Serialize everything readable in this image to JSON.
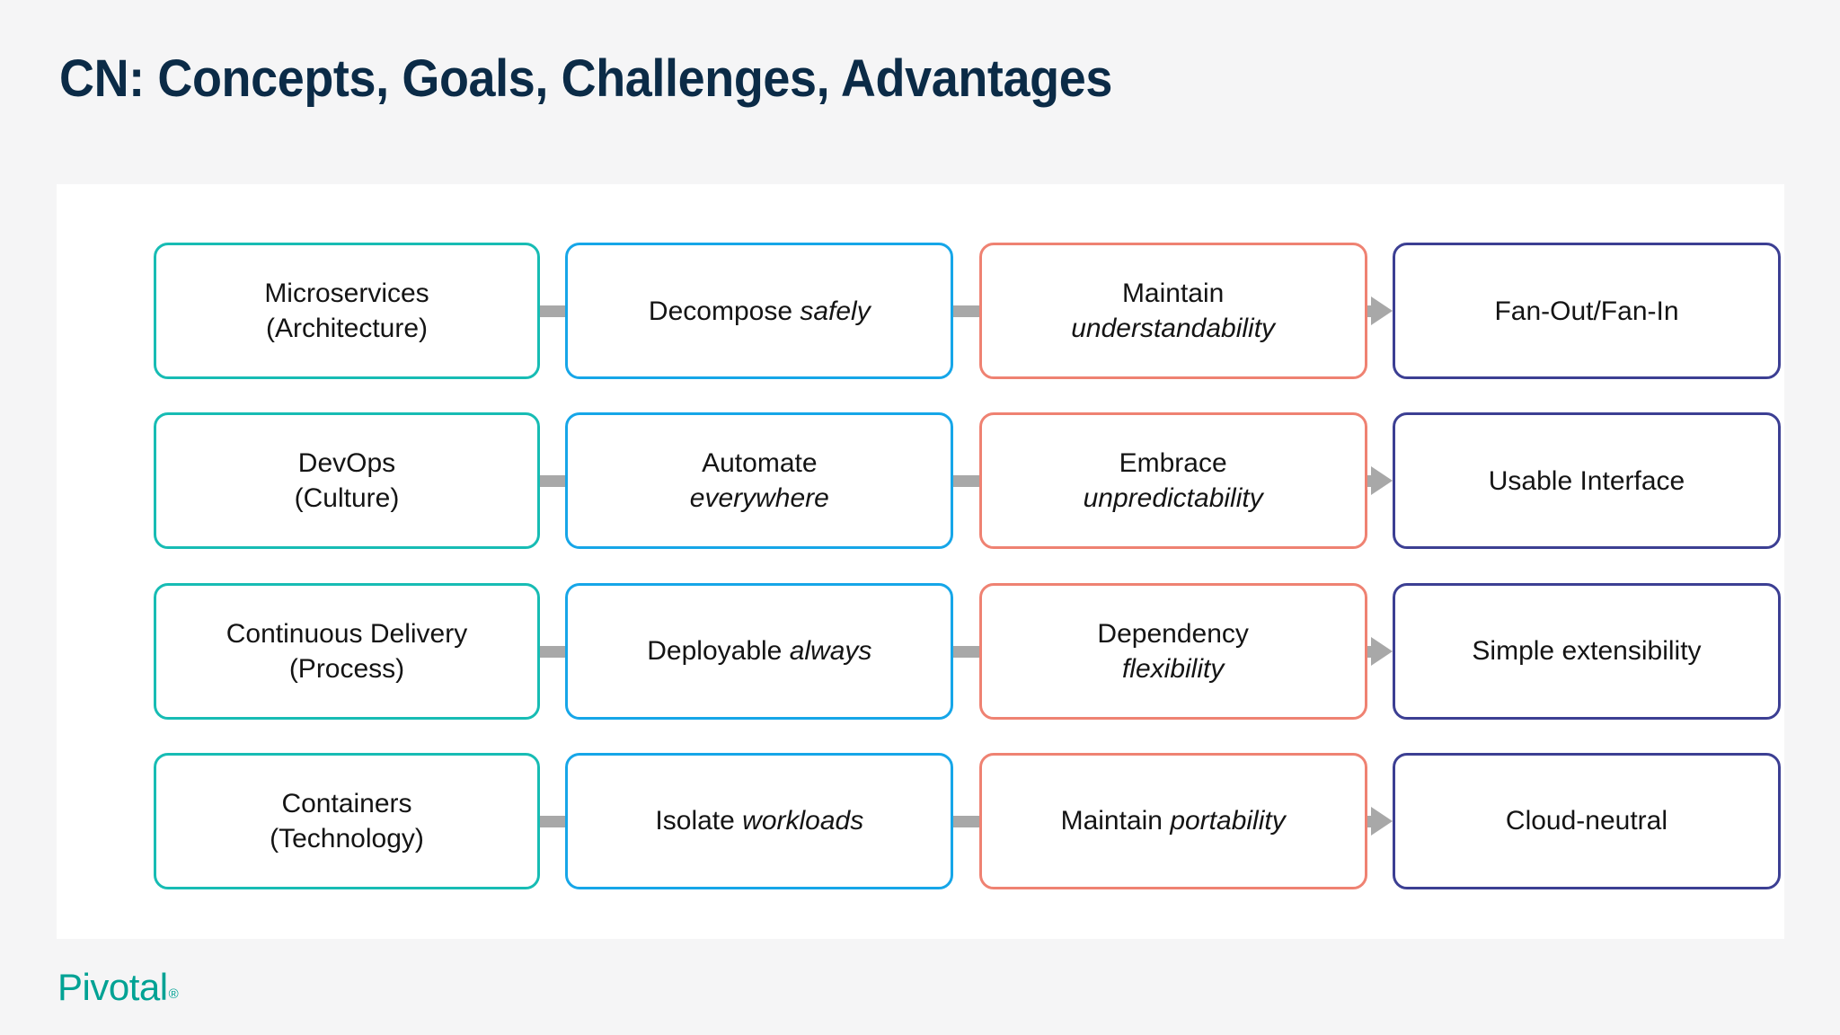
{
  "slide": {
    "title": "CN: Concepts, Goals, Challenges, Advantages",
    "background_color": "#f5f5f6",
    "card_color": "#ffffff",
    "title_color": "#0b2b47"
  },
  "columns": [
    {
      "key": "concept",
      "accent": "#17bcb4"
    },
    {
      "key": "goal",
      "accent": "#16a6e8"
    },
    {
      "key": "challenge",
      "accent": "#ef8272"
    },
    {
      "key": "advantage",
      "accent": "#3c3f93"
    }
  ],
  "connectors": {
    "color": "#a8a8a8",
    "plain_label": "link",
    "arrow_label": "leads-to-arrow"
  },
  "rows": [
    {
      "concept": {
        "line1": "Microservices",
        "line2": "(Architecture)"
      },
      "goal": {
        "line1": "Decompose ",
        "emphasis1": "safely",
        "line2": ""
      },
      "challenge": {
        "line1": "Maintain",
        "line2": "",
        "emphasis2": "understandability"
      },
      "advantage": {
        "line1": "Fan-Out/Fan-In"
      }
    },
    {
      "concept": {
        "line1": "DevOps",
        "line2": "(Culture)"
      },
      "goal": {
        "line1": "Automate",
        "line2": "",
        "emphasis2": "everywhere"
      },
      "challenge": {
        "line1": "Embrace",
        "line2": "",
        "emphasis2": "unpredictability"
      },
      "advantage": {
        "line1": "Usable Interface"
      }
    },
    {
      "concept": {
        "line1": "Continuous Delivery",
        "line2": "(Process)"
      },
      "goal": {
        "line1": "Deployable ",
        "emphasis1": "always",
        "line2": ""
      },
      "challenge": {
        "line1": "Dependency",
        "line2": "",
        "emphasis2": "flexibility"
      },
      "advantage": {
        "line1": "Simple extensibility"
      }
    },
    {
      "concept": {
        "line1": "Containers",
        "line2": "(Technology)"
      },
      "goal": {
        "line1": "Isolate ",
        "emphasis1": "workloads",
        "line2": ""
      },
      "challenge": {
        "line1": "Maintain ",
        "emphasis1": "portability",
        "line2": ""
      },
      "advantage": {
        "line1": "Cloud-neutral"
      }
    }
  ],
  "footer": {
    "logo_text": "Pivotal",
    "logo_tm": "®",
    "logo_color": "#00a294"
  }
}
